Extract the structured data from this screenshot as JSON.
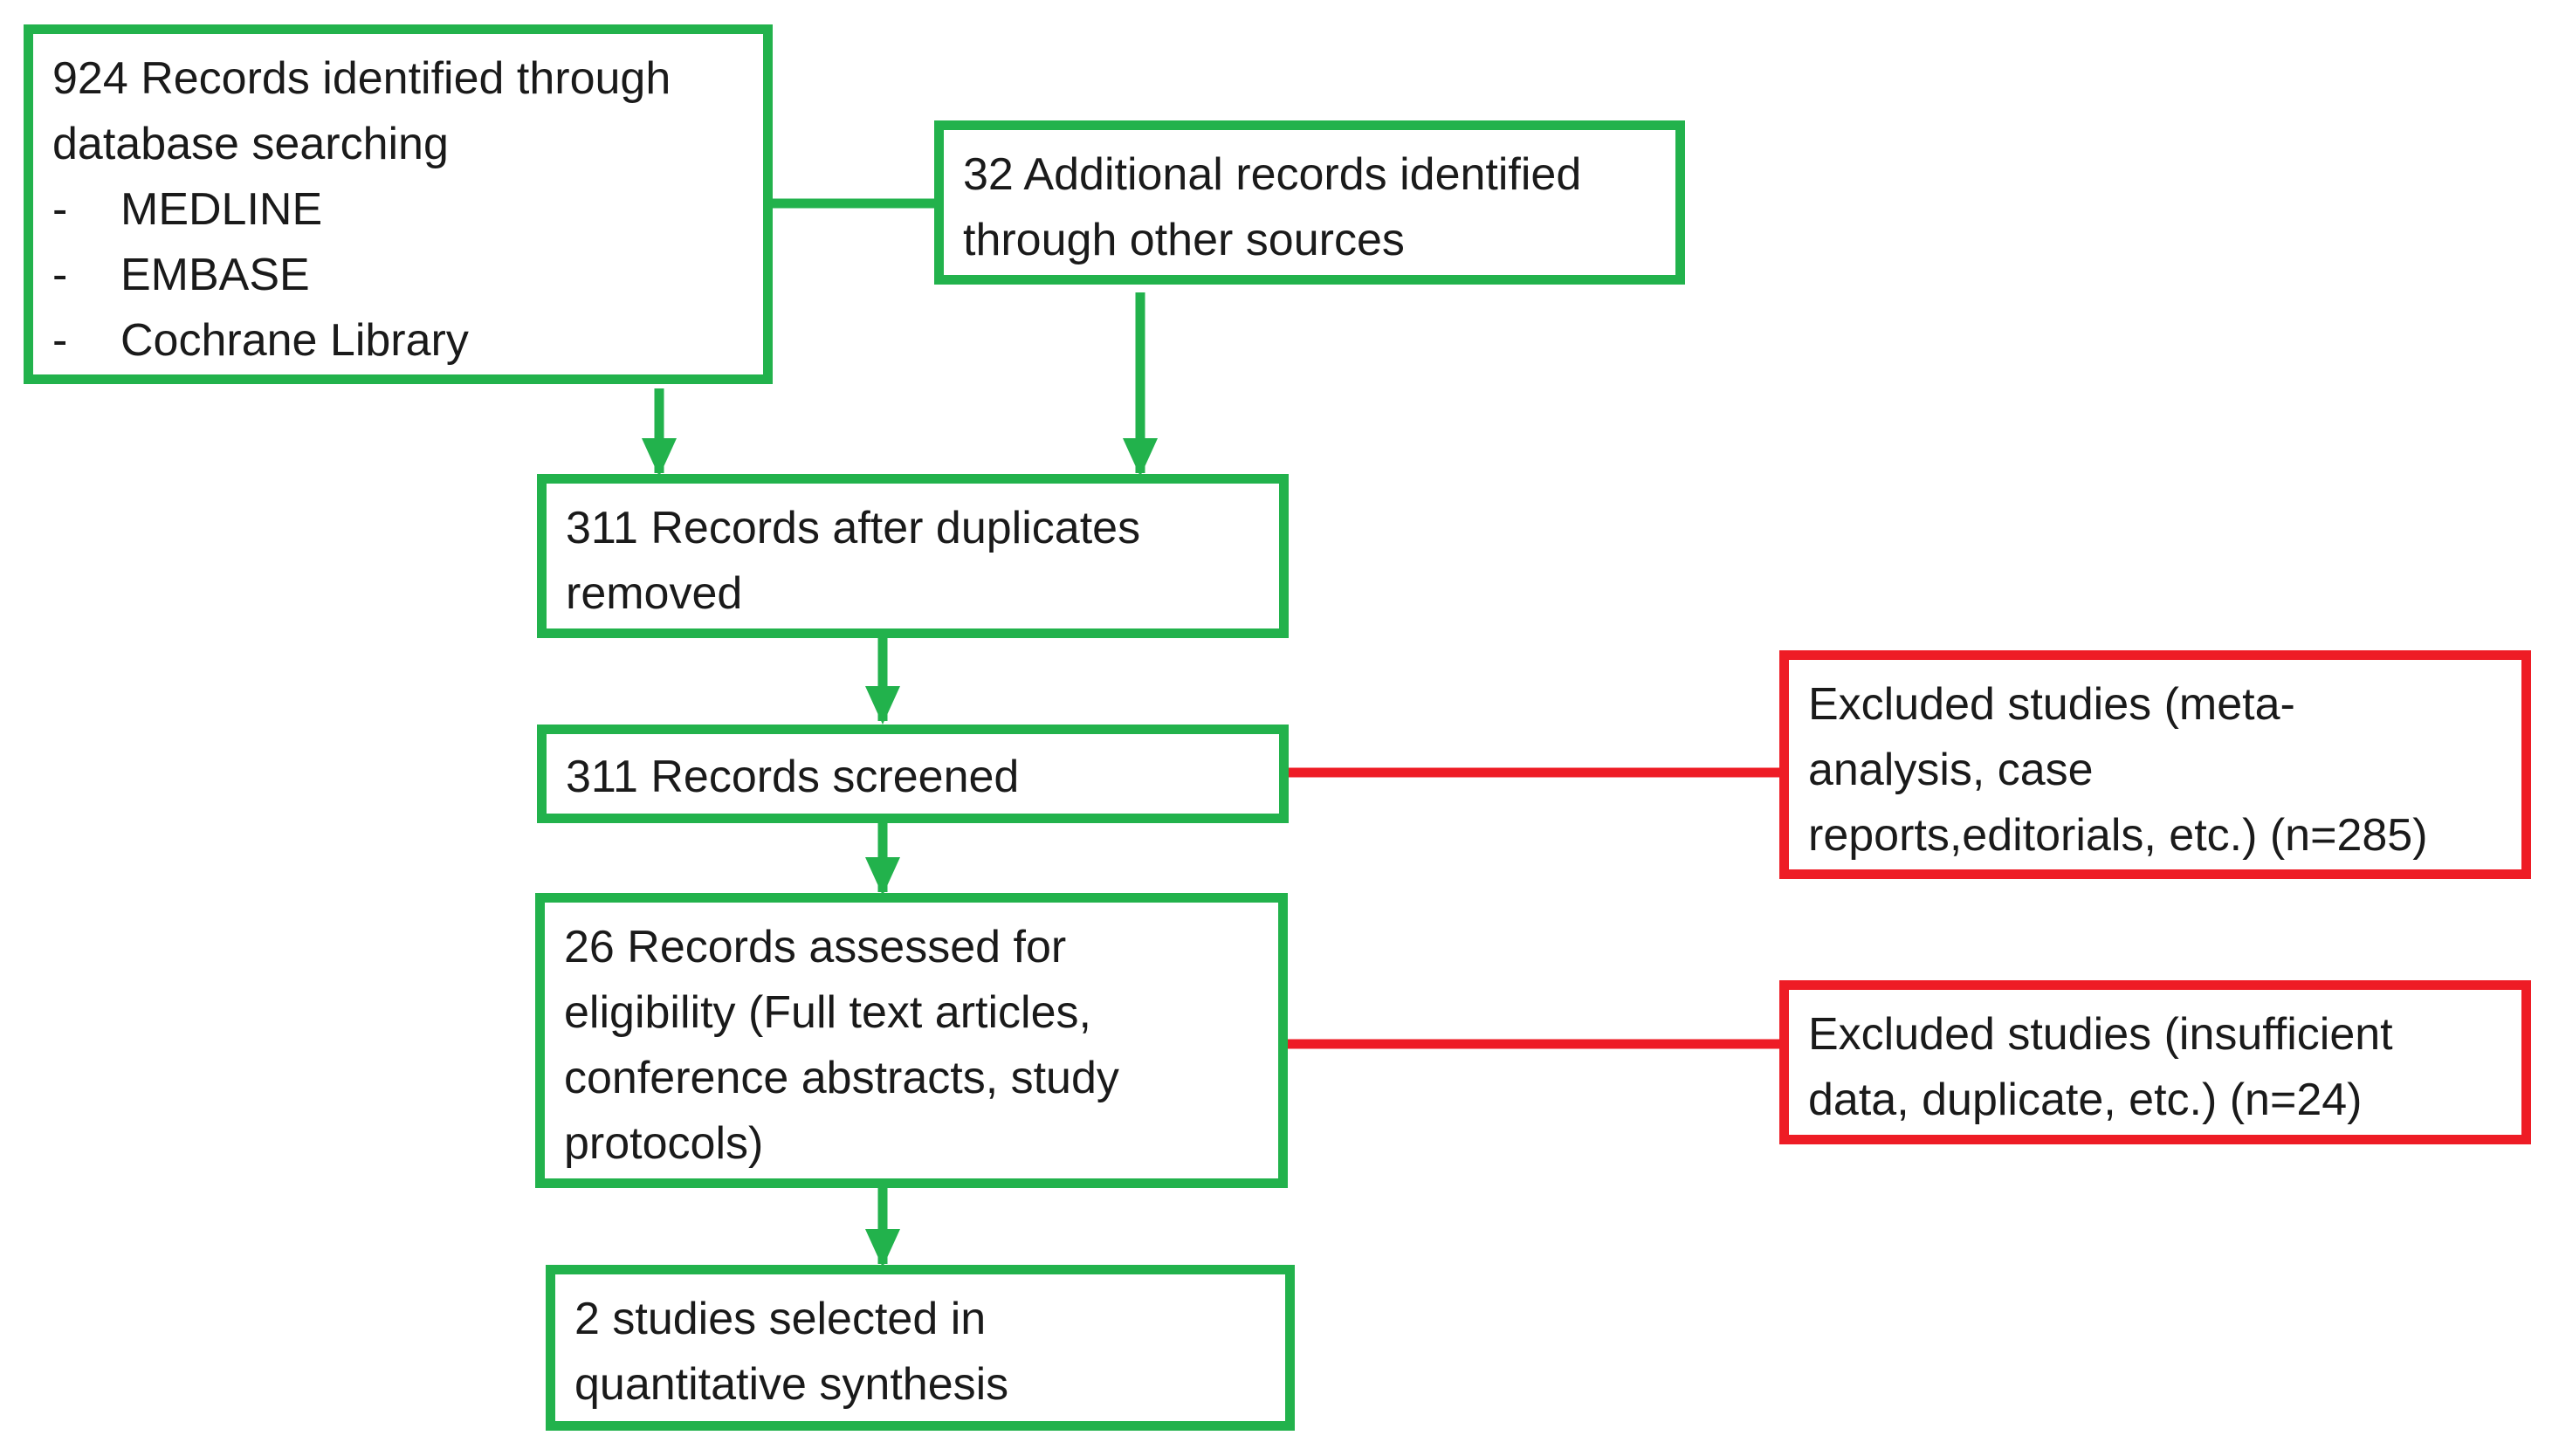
{
  "boxes": {
    "database_search": {
      "lines": [
        "924 Records identified through",
        "database searching"
      ],
      "sources": [
        "MEDLINE",
        "EMBASE",
        "Cochrane Library"
      ]
    },
    "other_sources": {
      "lines": [
        "32 Additional records identified",
        "through other sources"
      ]
    },
    "after_duplicates": {
      "lines": [
        "311 Records after duplicates",
        "removed"
      ]
    },
    "screened": {
      "lines": [
        "311 Records screened"
      ]
    },
    "eligibility": {
      "lines": [
        "26 Records assessed for",
        "eligibility (Full text articles,",
        "conference abstracts, study",
        "protocols)"
      ]
    },
    "included": {
      "lines": [
        "2 studies selected in",
        "quantitative synthesis"
      ]
    },
    "excluded_screening": {
      "lines": [
        "Excluded studies (meta-",
        "analysis, case",
        "reports,editorials, etc.) (n=285)"
      ]
    },
    "excluded_eligibility": {
      "lines": [
        "Excluded studies (insufficient",
        "data, duplicate, etc.) (n=24)"
      ]
    }
  },
  "list_bullet": "-",
  "colors": {
    "included_border": "#22b24c",
    "excluded_border": "#ee1c25",
    "text": "#1a1a1a",
    "background": "#ffffff"
  }
}
